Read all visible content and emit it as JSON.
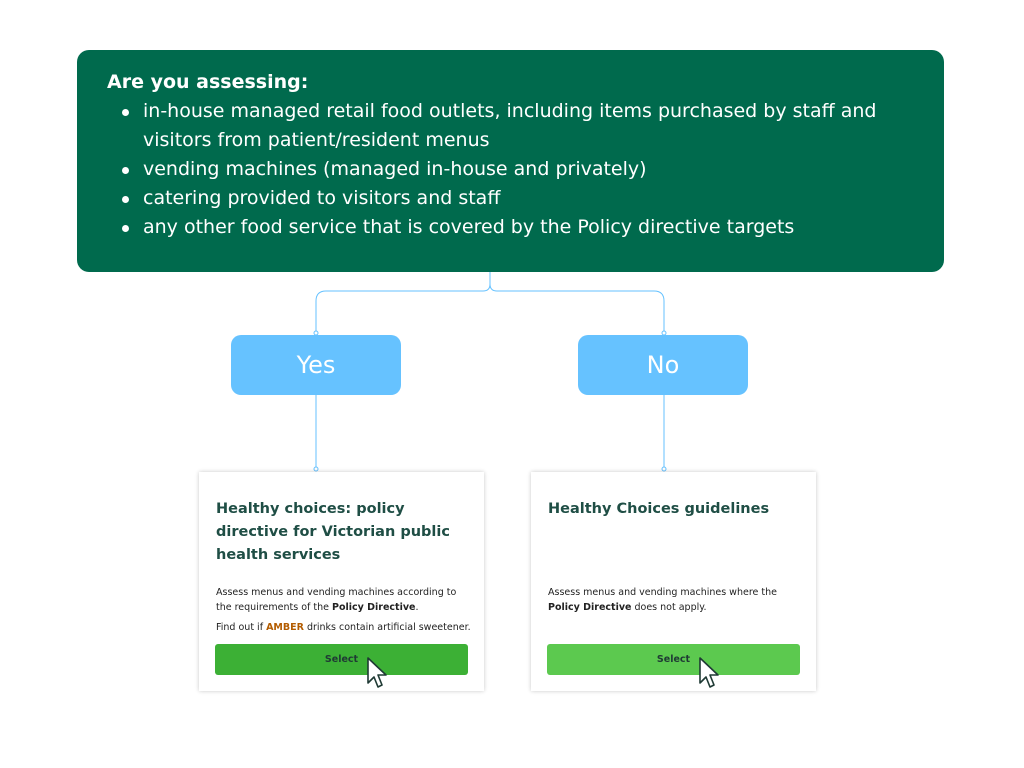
{
  "question": {
    "title": "Are you assessing:",
    "items": [
      "in-house managed retail food outlets, including items purchased by staff and visitors from patient/resident menus",
      "vending machines (managed in-house and privately)",
      "catering provided to visitors and staff",
      "any other food service that is covered by the Policy directive targets"
    ]
  },
  "decisions": {
    "yes": "Yes",
    "no": "No"
  },
  "cards": {
    "left": {
      "title": "Healthy choices: policy directive for Victorian public health services",
      "desc1_before": "Assess menus and vending machines according to the requirements of the ",
      "desc1_bold": "Policy Directive",
      "desc1_after": ".",
      "desc2_before": "Find out if ",
      "desc2_amber": "AMBER",
      "desc2_after": " drinks contain artificial sweetener.",
      "button": "Select"
    },
    "right": {
      "title": "Healthy Choices guidelines",
      "desc1_before": "Assess menus and vending machines where the ",
      "desc1_bold": "Policy Directive",
      "desc1_after": " does not apply.",
      "button": "Select"
    }
  },
  "colors": {
    "question_bg": "#006a4d",
    "decision_bg": "#66c2ff",
    "connector": "#66c2ff",
    "button_left": "#3cb035",
    "button_right": "#5cc94f",
    "amber": "#b35c00",
    "card_title": "#1f4e45"
  }
}
